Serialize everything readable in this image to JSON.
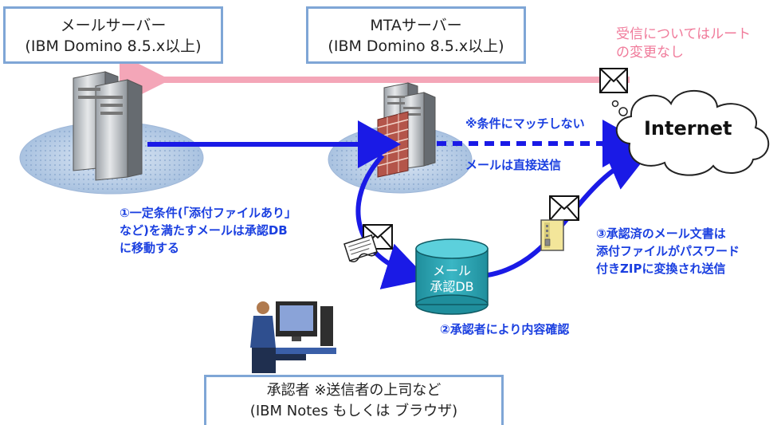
{
  "mail_server": {
    "line1": "メールサーバー",
    "line2": "(IBM Domino 8.5.x以上)"
  },
  "mta_server": {
    "line1": "MTAサーバー",
    "line2": "(IBM Domino 8.5.x以上)"
  },
  "receive_note": {
    "line1": "受信についてはルート",
    "line2": "の変更なし"
  },
  "internet_label": "Internet",
  "no_match_note": {
    "line1": "※条件にマッチしない",
    "line2": "メールは直接送信"
  },
  "step1": {
    "line1": "①一定条件(「添付ファイルあり」",
    "line2": "など)を満たすメールは承認DB",
    "line3": "に移動する"
  },
  "approval_db": {
    "line1": "メール",
    "line2": "承認DB"
  },
  "step2": "②承認者により内容確認",
  "step3": {
    "line1": "③承認済のメール文書は",
    "line2": "添付ファイルがパスワード",
    "line3": "付きZIPに変換され送信"
  },
  "approver": {
    "line1": "承認者  ※送信者の上司など",
    "line2": "(IBM Notes もしくは ブラウザ)"
  },
  "colors": {
    "flow_blue": "#1a1ae6",
    "label_blue": "#1a3fe0",
    "return_pink": "#f4a6b8",
    "box_border": "#7fa6d6",
    "db_fill": "#2aa3b3"
  },
  "icons": [
    "server-icon",
    "firewall-icon",
    "envelope-icon",
    "cloud-icon",
    "database-icon",
    "document-icon",
    "zip-file-icon",
    "user-at-computer-icon"
  ]
}
